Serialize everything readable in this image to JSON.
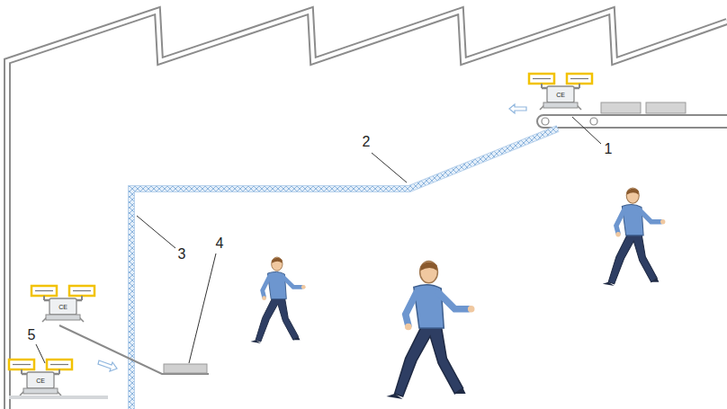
{
  "diagram": {
    "labels": [
      "1",
      "2",
      "3",
      "4",
      "5",
      "CE",
      "CE",
      "CE"
    ]
  }
}
